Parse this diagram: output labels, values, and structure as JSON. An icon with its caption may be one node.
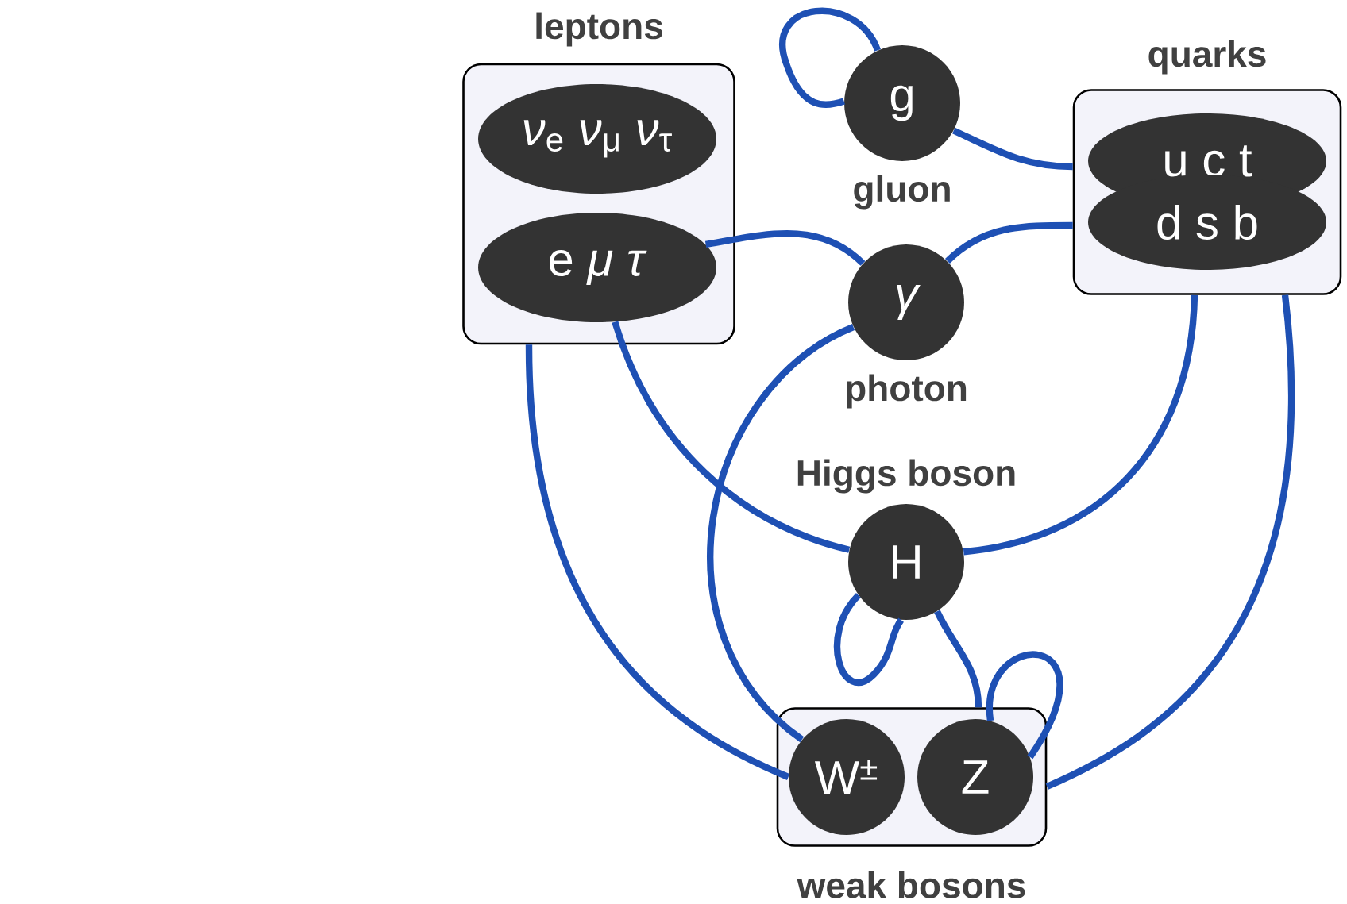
{
  "diagram": {
    "nodes": [
      {
        "text": [
          "leptons"
        ]
      },
      {
        "text": [
          "*ν*$_{e}$ *ν*$_{μ}$ *ν*$_{τ}$"
        ],
        "in": 0
      },
      {
        "text": [
          "e *μ* *τ*"
        ],
        "in": 0
      },
      {
        "text": [
          "g"
        ],
        "beside": [
          "gluon"
        ]
      },
      {
        "text": [
          "quarks"
        ]
      },
      {
        "text": [
          "u c t"
        ],
        "in": 4
      },
      {
        "text": [
          "d s b"
        ],
        "in": 4
      },
      {
        "text": [
          "γ"
        ],
        "beside": [
          "photon"
        ]
      },
      {
        "text": [
          "H"
        ],
        "beside": [
          "Higgs boson"
        ]
      },
      {
        "text": [
          "weak bosons"
        ]
      },
      {
        "text": [
          "W$^{±}$"
        ],
        "in": 9
      },
      {
        "text": [
          "Z"
        ],
        "in": 9
      }
    ],
    "edges": [
      {
        "from": 3,
        "to": 3,
        "arrow": "none"
      },
      {
        "from": 3,
        "to": 4,
        "arrow": "none"
      },
      {
        "from": 2,
        "to": 7,
        "arrow": "none"
      },
      {
        "from": 7,
        "to": 4,
        "arrow": "none"
      },
      {
        "from": 7,
        "to": 10,
        "arrow": "none"
      },
      {
        "from": 0,
        "to": 10,
        "arrow": "none"
      },
      {
        "from": 2,
        "to": 8,
        "arrow": "none"
      },
      {
        "from": 4,
        "to": 8,
        "arrow": "none"
      },
      {
        "from": 8,
        "to": 8,
        "arrow": "none"
      },
      {
        "from": 8,
        "to": 9,
        "arrow": "none"
      },
      {
        "from": 11,
        "to": 11,
        "arrow": "none"
      },
      {
        "from": 4,
        "to": 9,
        "arrow": "none"
      }
    ]
  }
}
